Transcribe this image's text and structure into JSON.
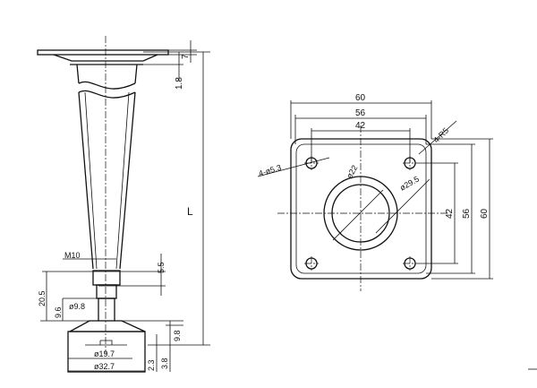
{
  "side_view": {
    "dim_plate_thickness": "7",
    "dim_flange": "1.8",
    "dim_length": "L",
    "dim_thread": "M10",
    "dim_5_5": "5.5",
    "dim_20_5": "20.5",
    "dim_9_6": "9.6",
    "dim_stem_dia": "ø9.8",
    "dim_9_8": "9.8",
    "dim_3_8": "3.8",
    "dim_2_3": "2.3",
    "dim_pad_inner": "ø19.7",
    "dim_base_dia": "ø32.7"
  },
  "top_view": {
    "dim_width_60": "60",
    "dim_width_56": "56",
    "dim_width_42": "42",
    "dim_height_42": "42",
    "dim_height_56": "56",
    "dim_height_60": "60",
    "dim_holes": "4-ø5.3",
    "dim_corner_radius": "4-R5",
    "dim_inner_circle": "ø22",
    "dim_outer_circle": "ø29.5"
  }
}
